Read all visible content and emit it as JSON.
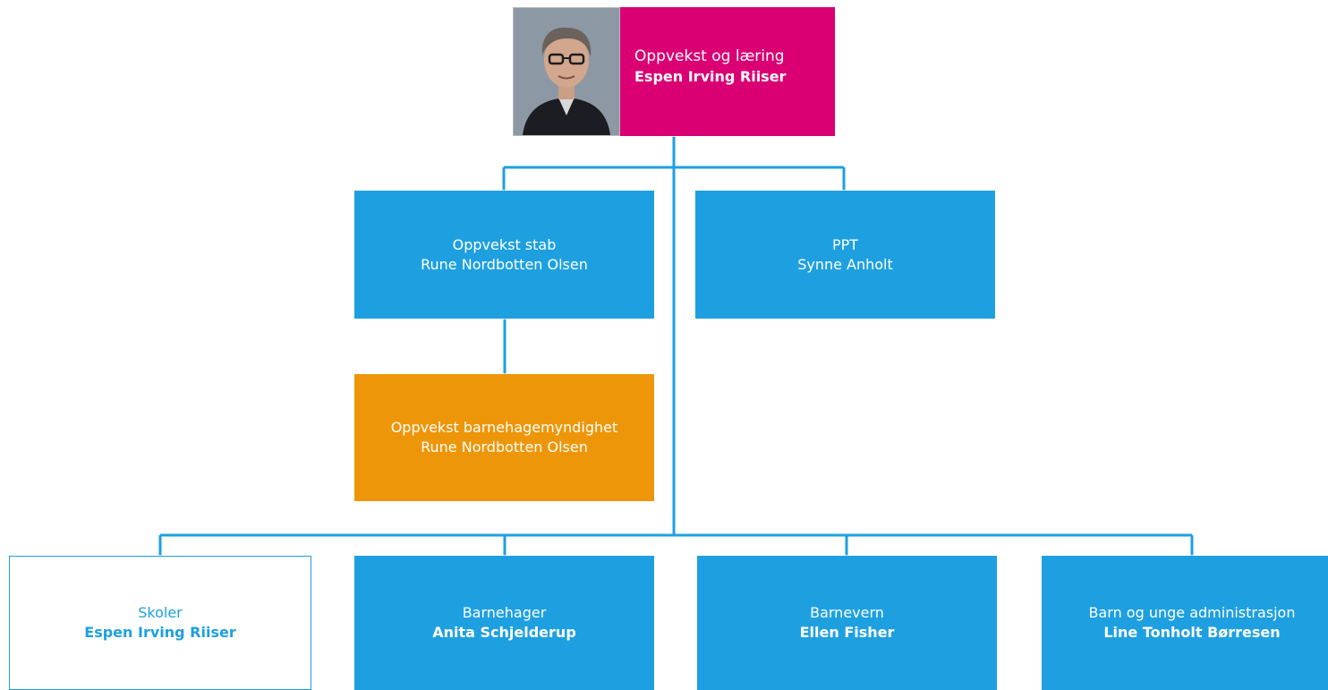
{
  "colors": {
    "connector": "#1ea0e0",
    "arrow": "#da0073",
    "root_fill": "#da0073",
    "unit_fill": "#1ea0e0",
    "authority_fill": "#ee9609"
  },
  "root": {
    "unit": "Oppvekst og læring",
    "leader": "Espen Irving Riiser",
    "photo_icon": "leader-portrait"
  },
  "staff": [
    {
      "unit": "Oppvekst stab",
      "leader": "Rune Nordbotten Olsen"
    },
    {
      "unit": "PPT",
      "leader": "Synne Anholt"
    }
  ],
  "authority": {
    "unit": "Oppvekst barnehagemyndighet",
    "leader": "Rune Nordbotten Olsen"
  },
  "departments": [
    {
      "unit": "Skoler",
      "leader": "Espen Irving Riiser"
    },
    {
      "unit": "Barnehager",
      "leader": "Anita Schjelderup"
    },
    {
      "unit": "Barnevern",
      "leader": "Ellen Fisher"
    },
    {
      "unit": "Barn og unge administrasjon",
      "leader": "Line Tonholt Børresen"
    }
  ]
}
